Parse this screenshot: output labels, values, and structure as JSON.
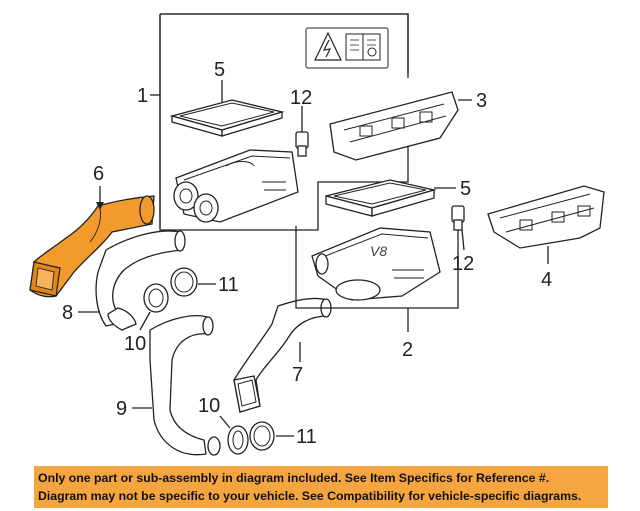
{
  "callouts": {
    "c1": "1",
    "c2": "2",
    "c3": "3",
    "c4": "4",
    "c5a": "5",
    "c5b": "5",
    "c6": "6",
    "c7": "7",
    "c8": "8",
    "c9": "9",
    "c10a": "10",
    "c10b": "10",
    "c11a": "11",
    "c11b": "11",
    "c12a": "12",
    "c12b": "12"
  },
  "highlight_color": "#f39a2c",
  "disclaimer": {
    "line1": "Only one part or sub-assembly in diagram included. See Item Specifics for Reference #.",
    "line2": "Diagram may not be specific to your vehicle. See Compatibility for vehicle-specific diagrams."
  },
  "icons": [
    "warning-manual-icon"
  ]
}
